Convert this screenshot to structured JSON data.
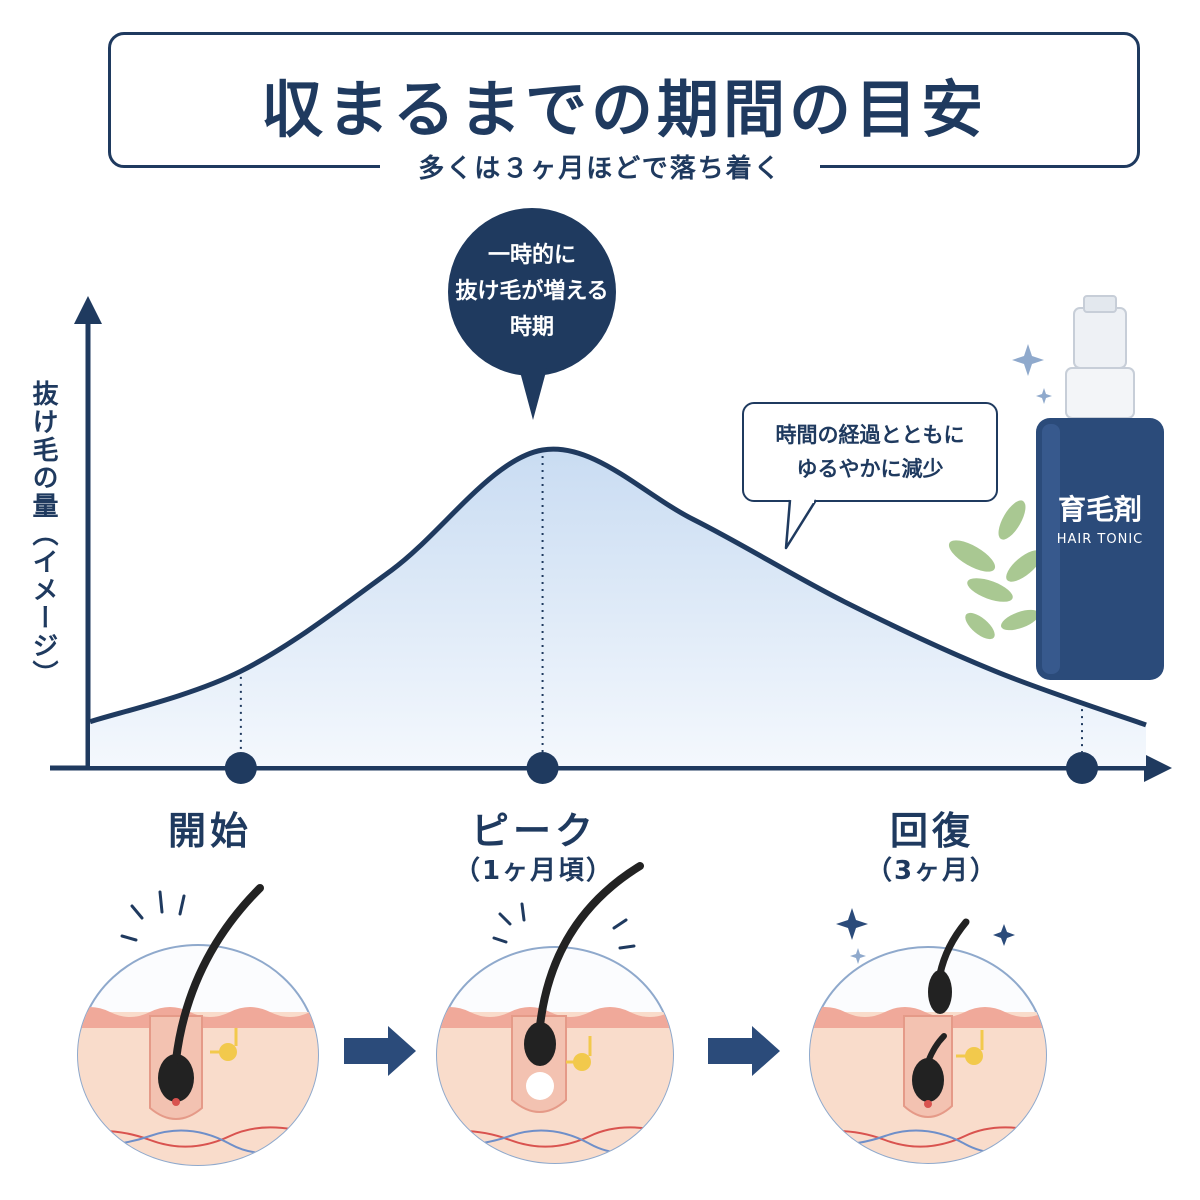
{
  "header": {
    "title": "収まるまでの期間の目安",
    "subtitle": "多くは３ヶ月ほどで落ち着く"
  },
  "chart_data": {
    "type": "area",
    "title": "収まるまでの期間の目安",
    "subtitle": "多くは３ヶ月ほどで落ち着く",
    "ylabel": "抜け毛の量（イメージ）",
    "xlabel": "",
    "y_ticks_shown": false,
    "grid": false,
    "x": [
      0,
      0.5,
      1,
      1.5,
      2,
      2.5,
      3,
      3.5
    ],
    "y": [
      0.14,
      0.3,
      0.62,
      1.0,
      0.78,
      0.52,
      0.3,
      0.13
    ],
    "milestones": [
      {
        "label": "開始",
        "sublabel": "",
        "x": 0.5
      },
      {
        "label": "ピーク",
        "sublabel": "（1ヶ月頃）",
        "x": 1.5
      },
      {
        "label": "回復",
        "sublabel": "（3ヶ月）",
        "x": 3.5
      }
    ],
    "annotations": {
      "peak": [
        "一時的に",
        "抜け毛が増える",
        "時期"
      ],
      "decline": [
        "時間の経過とともに",
        "ゆるやかに減少"
      ]
    },
    "colors": {
      "line": "#1f3a5f",
      "fill_top": "#c9dcf2",
      "fill_bottom": "#f4f8fd",
      "milestone": "#1f3a5f"
    }
  },
  "product": {
    "name": "育毛剤",
    "subname": "HAIR TONIC"
  },
  "illustrations": [
    {
      "stage": "開始",
      "icon": "hair-follicle-normal"
    },
    {
      "stage": "ピーク",
      "icon": "hair-follicle-shedding"
    },
    {
      "stage": "回復",
      "icon": "hair-follicle-regrowing"
    }
  ],
  "theme": {
    "navy": "#1f3a5f",
    "skin": "#f9dccb",
    "skin_edge": "#f0a99a",
    "sweat_gland": "#f2c94c",
    "leaf": "#9bbf7f"
  }
}
